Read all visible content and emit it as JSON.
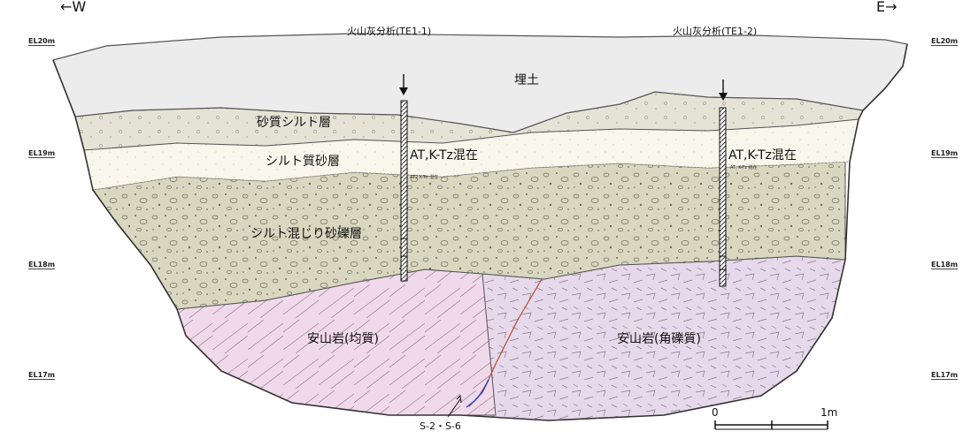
{
  "header": {
    "title_partial": "写真(NORTHウォール地図)",
    "dir_west": "←W",
    "dir_east": "E→"
  },
  "analysis_points": [
    {
      "label": "火山灰分析(TE1-1)"
    },
    {
      "label": "火山灰分析(TE1-2)"
    }
  ],
  "elevations": [
    "EL20m",
    "EL19m",
    "EL18m",
    "EL17m"
  ],
  "layers": {
    "fill": "埋土",
    "sandy_silt": "砂質シルト層",
    "silty_sand": "シルト質砂層",
    "silt_gravel": "シルト混じり砂礫層",
    "andesite_homog": "安山岩(均質)",
    "andesite_brec": "安山岩(角礫質)"
  },
  "ash_results": {
    "big": "AT,K-Tz混在",
    "small_left": "AT2 K-Tz 混在",
    "small_right": "AT, K-Tz 混在"
  },
  "fault_label": "S-2・S-6",
  "scale": {
    "zero": "0",
    "end": "1m"
  },
  "colors": {
    "fill": "#ececec",
    "sandy_silt": "#e5e3d6",
    "silty_sand": "#f9f7ec",
    "gravel": "#d9d7bf",
    "andesite_left": "#f1d9ec",
    "andesite_right": "#e7d9ec",
    "fault_line": "#2244cc"
  }
}
